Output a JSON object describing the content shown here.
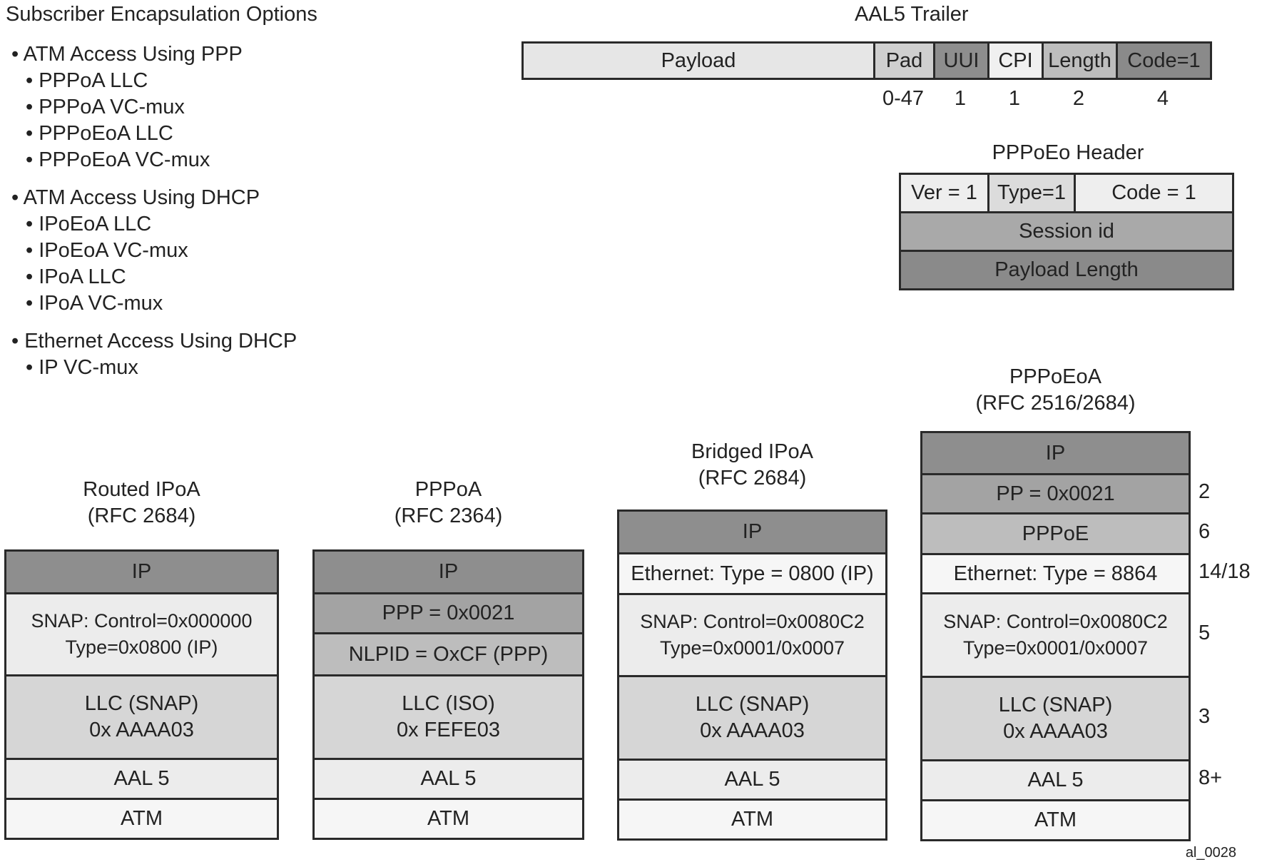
{
  "options": {
    "title": "Subscriber Encapsulation Options",
    "groups": [
      {
        "label": "ATM Access Using PPP",
        "items": [
          "PPPoA LLC",
          "PPPoA VC-mux",
          "PPPoEoA LLC",
          "PPPoEoA VC-mux"
        ]
      },
      {
        "label": "ATM Access Using DHCP",
        "items": [
          "IPoEoA LLC",
          "IPoEoA VC-mux",
          "IPoA LLC",
          "IPoA VC-mux"
        ]
      },
      {
        "label": "Ethernet Access Using DHCP",
        "items": [
          "IP VC-mux"
        ]
      }
    ]
  },
  "aal5_trailer": {
    "title": "AAL5 Trailer",
    "fields": [
      {
        "label": "Payload",
        "size": "",
        "color": "#e6e6e6"
      },
      {
        "label": "Pad",
        "size": "0-47",
        "color": "#cfcfcf"
      },
      {
        "label": "UUI",
        "size": "1",
        "color": "#8e8e8e"
      },
      {
        "label": "CPI",
        "size": "1",
        "color": "#f0f0f0"
      },
      {
        "label": "Length",
        "size": "2",
        "color": "#bdbdbd"
      },
      {
        "label": "Code=1",
        "size": "4",
        "color": "#8a8a8a"
      }
    ]
  },
  "pppoe_header": {
    "title": "PPPoEo Header",
    "rows": [
      [
        {
          "label": "Ver = 1",
          "color": "#eeeeee"
        },
        {
          "label": "Type=1",
          "color": "#dcdcdc"
        },
        {
          "label": "Code = 1",
          "color": "#eeeeee"
        }
      ],
      [
        {
          "label": "Session id",
          "color": "#a9a9a9"
        }
      ],
      [
        {
          "label": "Payload Length",
          "color": "#8a8a8a"
        }
      ]
    ]
  },
  "stacks": [
    {
      "title": "Routed IPoA",
      "subtitle": "(RFC 2684)",
      "layers": [
        {
          "label": "IP",
          "color": "#8e8e8e"
        },
        {
          "label": "SNAP: Control=0x000000\nType=0x0800 (IP)",
          "color": "#ececec"
        },
        {
          "label": "LLC (SNAP)\n0x AAAA03",
          "color": "#d6d6d6"
        },
        {
          "label": "AAL 5",
          "color": "#ececec"
        },
        {
          "label": "ATM",
          "color": "#f6f6f6"
        }
      ]
    },
    {
      "title": "PPPoA",
      "subtitle": "(RFC 2364)",
      "layers": [
        {
          "label": "IP",
          "color": "#8e8e8e"
        },
        {
          "label": "PPP = 0x0021",
          "color": "#a3a3a3"
        },
        {
          "label": "NLPID = OxCF (PPP)",
          "color": "#bdbdbd"
        },
        {
          "label": "LLC (ISO)\n0x FEFE03",
          "color": "#d6d6d6"
        },
        {
          "label": "AAL 5",
          "color": "#ececec"
        },
        {
          "label": "ATM",
          "color": "#f6f6f6"
        }
      ]
    },
    {
      "title": "Bridged IPoA",
      "subtitle": "(RFC 2684)",
      "layers": [
        {
          "label": "IP",
          "color": "#8e8e8e"
        },
        {
          "label": "Ethernet: Type = 0800 (IP)",
          "color": "#f6f6f6"
        },
        {
          "label": "SNAP: Control=0x0080C2\nType=0x0001/0x0007",
          "color": "#ececec"
        },
        {
          "label": "LLC (SNAP)\n0x AAAA03",
          "color": "#d6d6d6"
        },
        {
          "label": "AAL 5",
          "color": "#ececec"
        },
        {
          "label": "ATM",
          "color": "#f6f6f6"
        }
      ]
    },
    {
      "title": "PPPoEoA",
      "subtitle": "(RFC 2516/2684)",
      "layers": [
        {
          "label": "IP",
          "color": "#8e8e8e"
        },
        {
          "label": "PP = 0x0021",
          "color": "#a3a3a3"
        },
        {
          "label": "PPPoE",
          "color": "#bdbdbd"
        },
        {
          "label": "Ethernet: Type = 8864",
          "color": "#f6f6f6"
        },
        {
          "label": "SNAP: Control=0x0080C2\nType=0x0001/0x0007",
          "color": "#ececec"
        },
        {
          "label": "LLC (SNAP)\n0x AAAA03",
          "color": "#d6d6d6"
        },
        {
          "label": "AAL 5",
          "color": "#ececec"
        },
        {
          "label": "ATM",
          "color": "#f6f6f6"
        }
      ]
    }
  ],
  "pppoeoa_sizes": [
    "2",
    "6",
    "14/18",
    "5",
    "3",
    "8+"
  ],
  "figure_id": "al_0028"
}
